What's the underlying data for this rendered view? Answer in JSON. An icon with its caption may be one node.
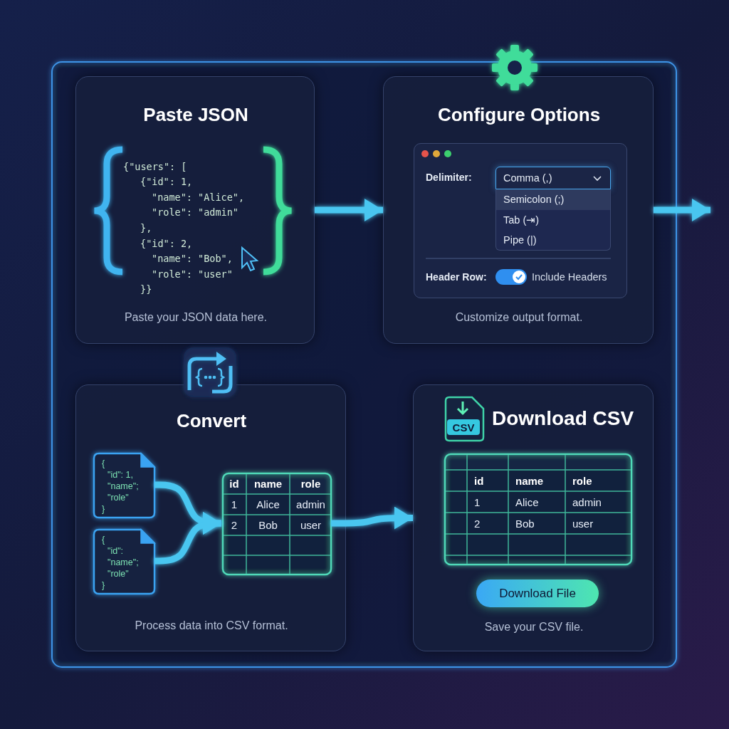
{
  "diagram": {
    "nodes": [
      {
        "text": [
          "Paste JSON",
          "{\"users\": [",
          "{\"id\": 1,",
          "\"name\": \"Alice\",",
          "\"role\": \"admin\"",
          "},",
          "{\"id\": 2,",
          "\"name\": \"Bob\",",
          "\"role\": \"user\"",
          "}}",
          "Paste your JSON data here."
        ]
      },
      {
        "text": [
          "Configure Options",
          "Delimiter:",
          "Comma (,)",
          "Semicolon (;)",
          "Tab (⇥)",
          "Pipe (|)",
          "Header Row:",
          "Include Headers",
          "Customize output format."
        ]
      },
      {
        "text": [
          "Convert",
          "Process data into CSV format."
        ]
      },
      {
        "text": [
          "CSV",
          "Download CSV",
          "Download File",
          "Save your CSV file."
        ]
      },
      {
        "text": [
          "{",
          "\"id\": 1,",
          "\"name\";",
          "\"role\"",
          "}"
        ],
        "in": 2
      },
      {
        "text": [
          "{",
          "\"id\":",
          "\"name\";",
          "\"role\"",
          "}"
        ],
        "in": 2
      },
      {
        "text": [
          "id",
          "name",
          "role",
          "1",
          "Alice",
          "admin",
          "2",
          "Bob",
          "user"
        ],
        "in": 2
      },
      {
        "text": [
          "id",
          "name",
          "role",
          "1",
          "Alice",
          "admin",
          "2",
          "Bob",
          "user"
        ],
        "in": 3
      }
    ],
    "edges": [
      {
        "from": 0,
        "to": 1,
        "arrow": "to"
      },
      {
        "from": 1,
        "to": null,
        "arrow": "to"
      },
      {
        "from": 4,
        "to": 6,
        "arrow": "to"
      },
      {
        "from": 5,
        "to": 6,
        "arrow": "to"
      },
      {
        "from": 6,
        "to": 3,
        "arrow": "to"
      }
    ]
  }
}
